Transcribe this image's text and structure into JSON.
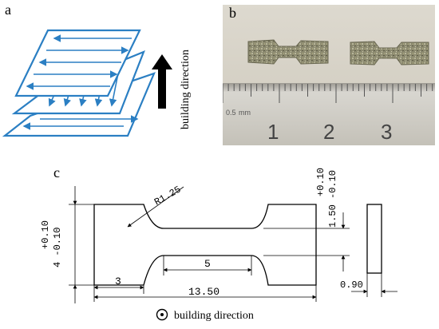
{
  "panels": {
    "a": "a",
    "b": "b",
    "c": "c"
  },
  "panel_a": {
    "arrow_text": "building direction"
  },
  "panel_b": {
    "ruler_numbers": [
      "1",
      "2",
      "3"
    ],
    "ruler_unit": "mm"
  },
  "panel_c": {
    "radius_label": "R1.25",
    "width_tol_top": "+0.10",
    "width_label": "4 -0.10",
    "gauge_width_tol_top": "+0.10",
    "gauge_width_label": "1.50 -0.10",
    "grip_length": "3",
    "gauge_length": "5",
    "total_length": "13.50",
    "thickness": "0.90",
    "legend_text": "building direction"
  },
  "colors": {
    "layer_blue": "#2b7fc3",
    "specimen": "#8c8a70",
    "ruler_bg": "#e6e3db"
  }
}
